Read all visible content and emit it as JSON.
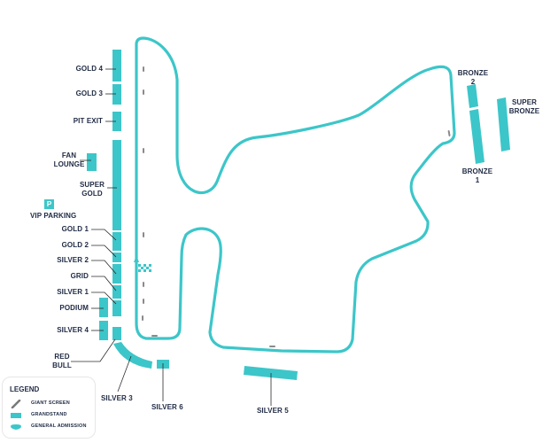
{
  "colors": {
    "track": "#3cc6c9",
    "grandstand": "#3cc6c9",
    "screen": "#8a8a8a",
    "label": "#1f2a44",
    "leader": "#2b2b2b"
  },
  "grandstands": {
    "gold4": "GOLD 4",
    "gold3": "GOLD 3",
    "pit_exit": "PIT EXIT",
    "fan_lounge": [
      "FAN",
      "LOUNGE"
    ],
    "super_gold": [
      "SUPER",
      "GOLD"
    ],
    "gold1": "GOLD 1",
    "gold2": "GOLD 2",
    "silver2": "SILVER 2",
    "grid": "GRID",
    "silver1": "SILVER 1",
    "podium": "PODIUM",
    "silver4": "SILVER 4",
    "red_bull": [
      "RED",
      "BULL"
    ],
    "silver3": "SILVER 3",
    "silver6": "SILVER 6",
    "silver5": "SILVER 5",
    "bronze2": [
      "BRONZE",
      "2"
    ],
    "bronze1": [
      "BRONZE",
      "1"
    ],
    "super_bronze": [
      "SUPER",
      "BRONZE"
    ]
  },
  "vip_parking": {
    "icon": "P",
    "label": "VIP PARKING"
  },
  "legend": {
    "title": "LEGEND",
    "items": [
      {
        "icon": "giant-screen-icon",
        "label": "GIANT SCREEN"
      },
      {
        "icon": "grandstand-icon",
        "label": "GRANDSTAND"
      },
      {
        "icon": "general-admission-icon",
        "label": "GENERAL ADMISSION"
      }
    ]
  }
}
